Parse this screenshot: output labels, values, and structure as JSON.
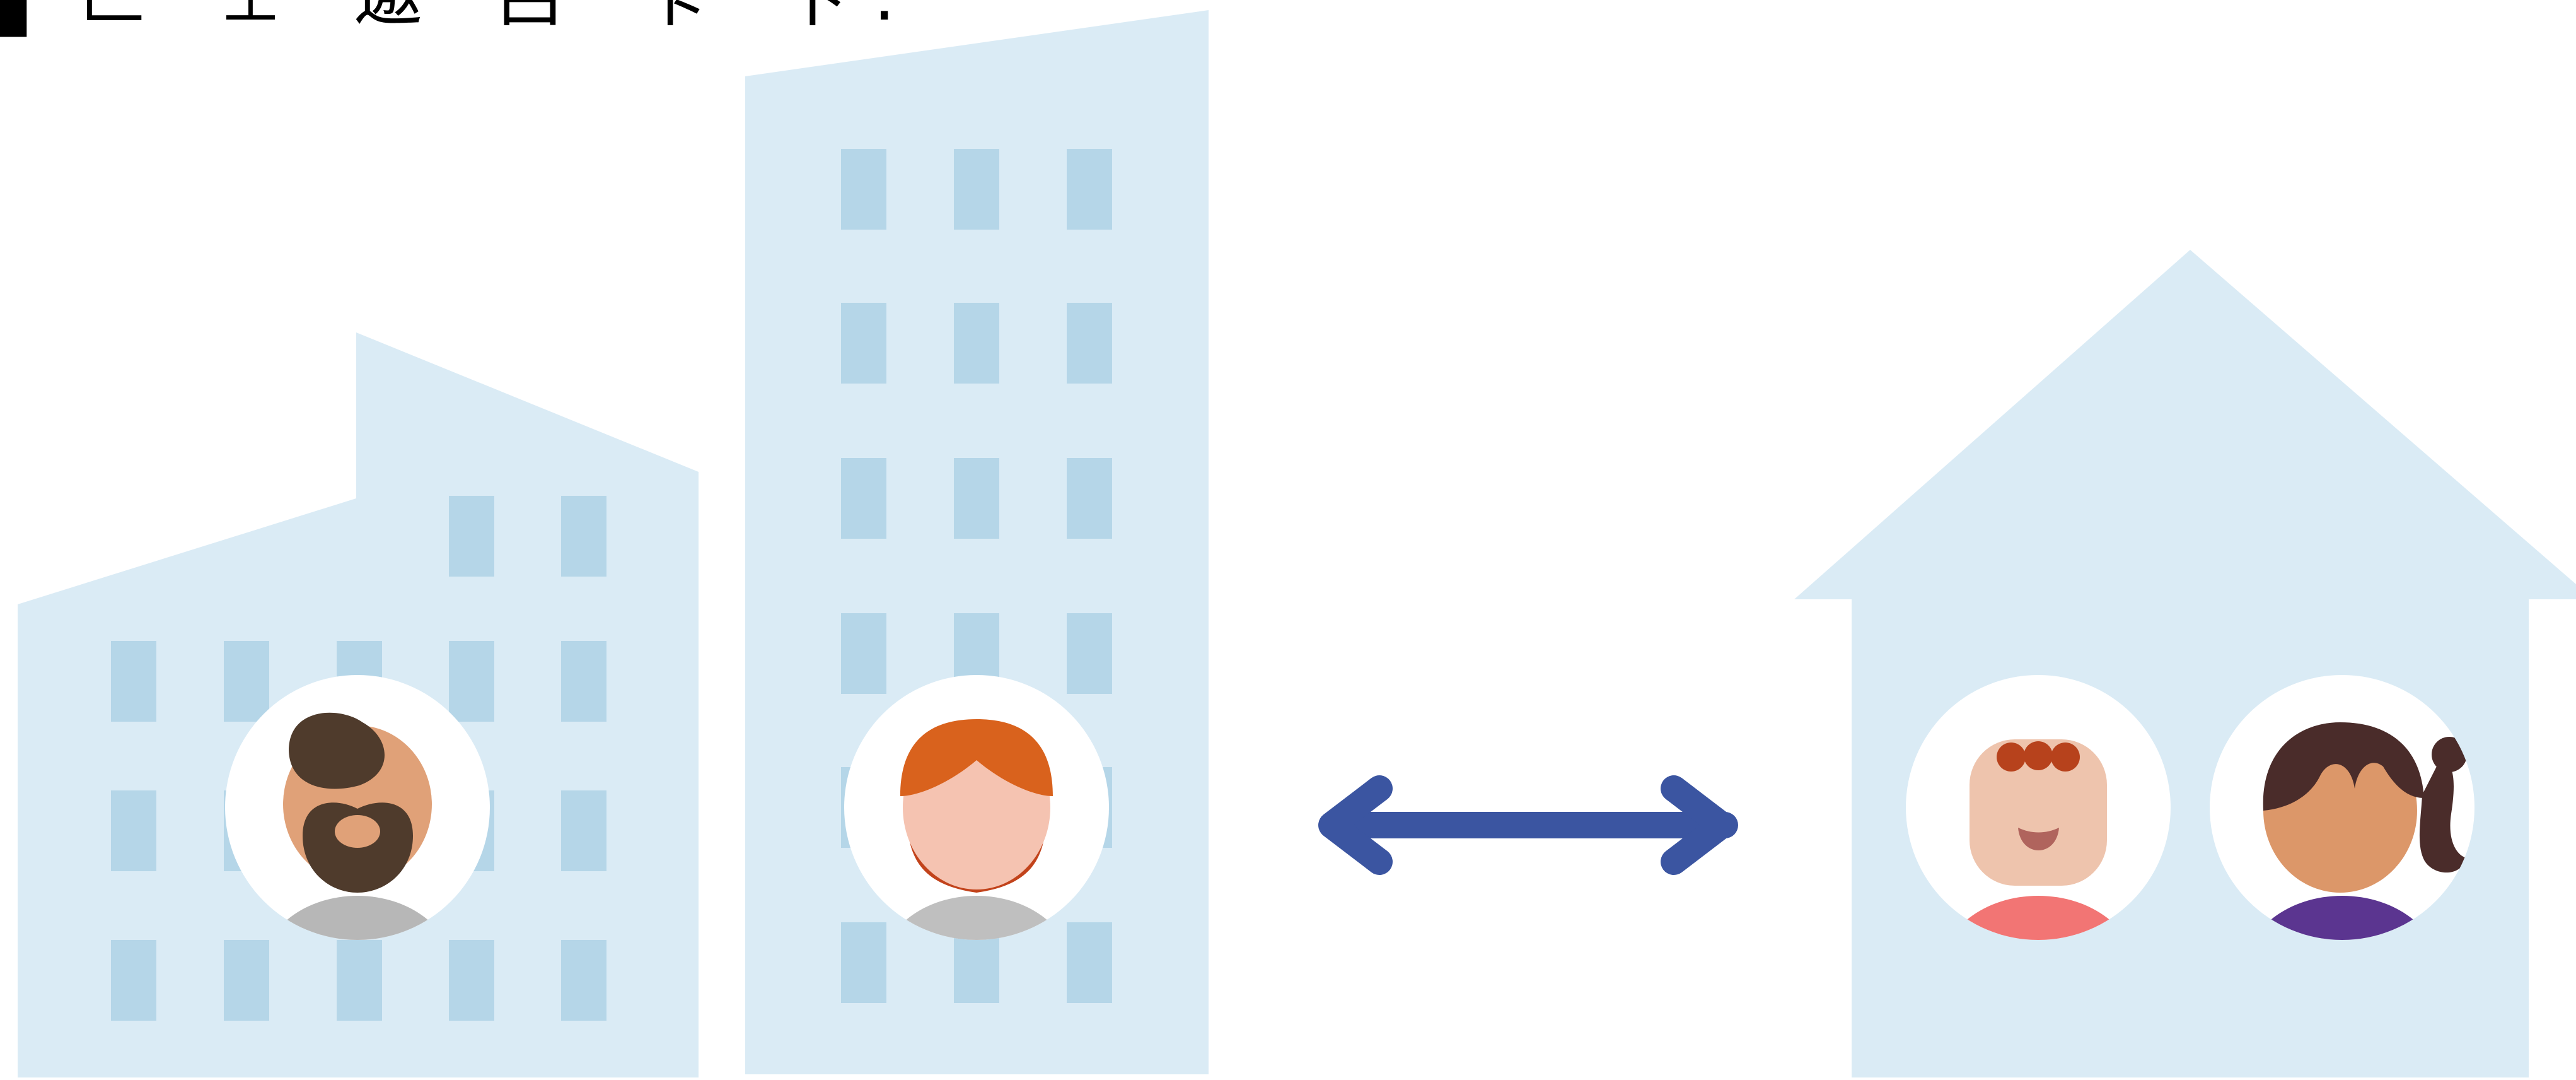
{
  "caption": {
    "text": "▌匚 ⊥ 邀 吕 卡 卞."
  },
  "colors": {
    "building": "#daebf5",
    "window": "#b5d6e8",
    "arrow": "#3b55a1",
    "avatar_bg": "#ffffff",
    "skin_light": "#f5c3b1",
    "skin_medium": "#e0a178",
    "skin_tan": "#dc9769",
    "skin_baby": "#eec4ad",
    "hair_orange": "#d9621d",
    "hair_dark": "#4a2c2a",
    "beard": "#4f3b2c",
    "shirt_gray": "#b7b7b7",
    "shirt_coral": "#f27574",
    "shirt_purple": "#5b3590"
  },
  "scene": {
    "left_buildings": {
      "people": [
        {
          "id": "bearded-man",
          "icon": "person-man-beard"
        },
        {
          "id": "red-haired-woman",
          "icon": "person-woman-red-hair"
        }
      ]
    },
    "connector": {
      "icon": "double-arrow"
    },
    "house": {
      "people": [
        {
          "id": "baby",
          "icon": "person-baby"
        },
        {
          "id": "woman-ponytail",
          "icon": "person-woman-ponytail"
        }
      ]
    }
  }
}
